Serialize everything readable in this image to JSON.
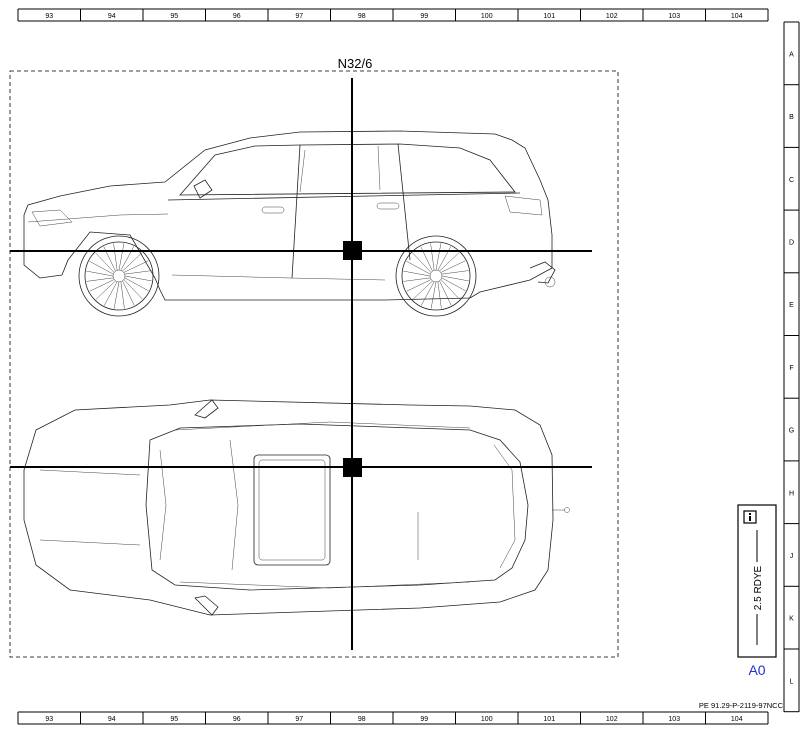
{
  "columns": [
    "93",
    "94",
    "95",
    "96",
    "97",
    "98",
    "99",
    "100",
    "101",
    "102",
    "103",
    "104"
  ],
  "rows": [
    "A",
    "B",
    "C",
    "D",
    "E",
    "F",
    "G",
    "H",
    "J",
    "K",
    "L"
  ],
  "component": {
    "label": "N32/6"
  },
  "wire": {
    "spec": "2.5 RDYE",
    "info_icon": "info-icon",
    "connector": "A0"
  },
  "document_ref": "PE 91.29-P-2119-97NCC",
  "colors": {
    "line": "#000000",
    "connector_label": "#2233cc"
  }
}
